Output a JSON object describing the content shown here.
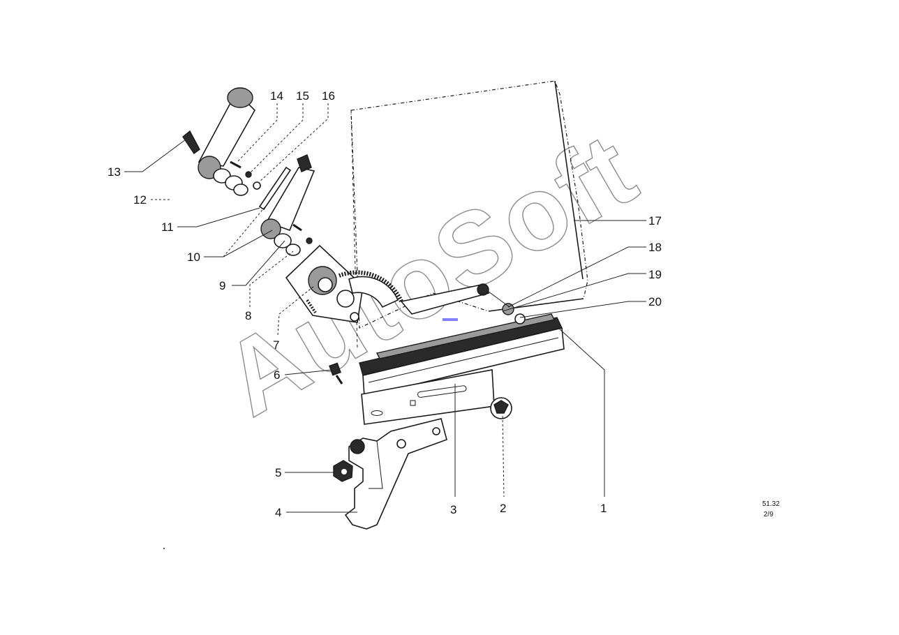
{
  "callouts": {
    "c1": "1",
    "c2": "2",
    "c3": "3",
    "c4": "4",
    "c5": "5",
    "c6": "6",
    "c7": "7",
    "c8": "8",
    "c9": "9",
    "c10": "10",
    "c11": "11",
    "c12": "12",
    "c13": "13",
    "c14": "14",
    "c15": "15",
    "c16": "16",
    "c17": "17",
    "c18": "18",
    "c19": "19",
    "c20": "20"
  },
  "reference": {
    "code": "51.32",
    "page": "2/9"
  },
  "watermark": "AutoSoft",
  "colors": {
    "ink": "#1a1a1a",
    "watermark": "#8c8c8c",
    "marker": "#8080ff"
  }
}
